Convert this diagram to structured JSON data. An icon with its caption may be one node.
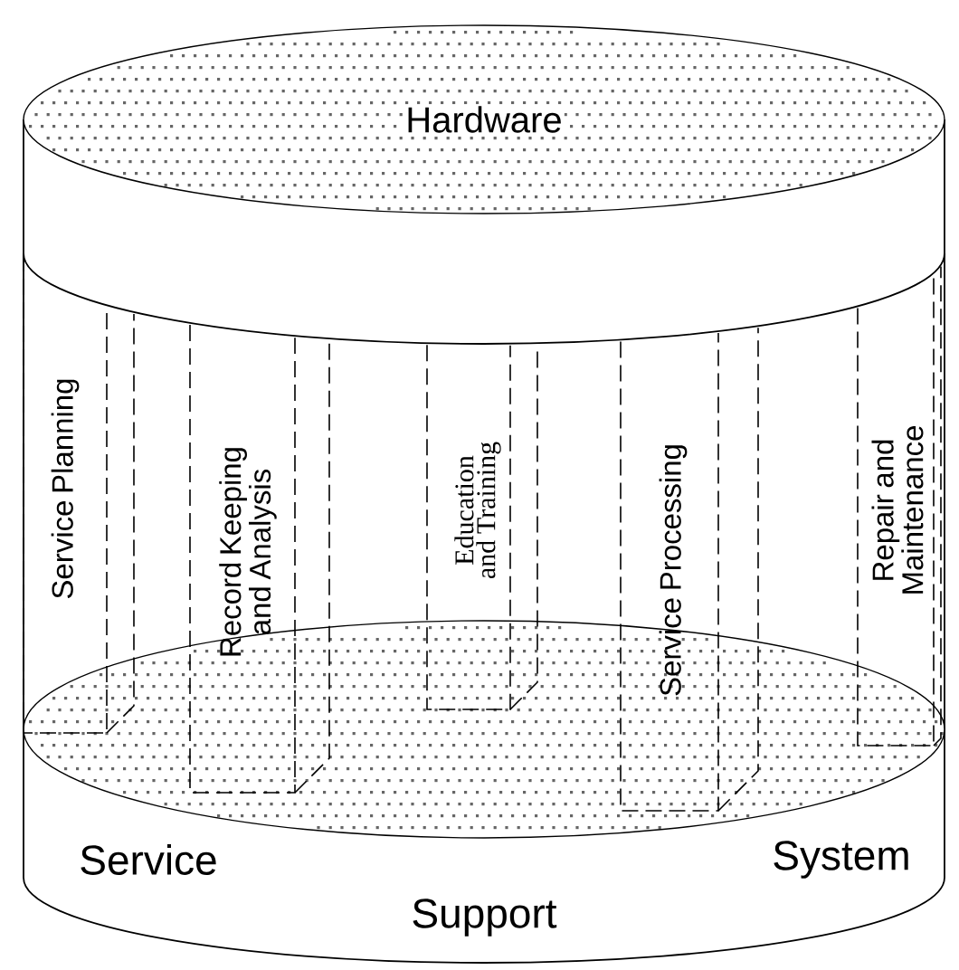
{
  "diagram": {
    "nodes": [
      {
        "text": [
          "Service",
          "System",
          "Support"
        ]
      },
      {
        "text": [
          "Hardware"
        ]
      },
      {
        "text": [
          "Service Planning"
        ],
        "in": 0
      },
      {
        "text": [
          "Record Keeping and Analysis"
        ],
        "in": 0
      },
      {
        "text": [
          "Education and Training"
        ],
        "in": 0
      },
      {
        "text": [
          "Service Processing"
        ],
        "in": 0
      },
      {
        "text": [
          "Repair and Maintenance"
        ],
        "in": 0
      }
    ]
  }
}
